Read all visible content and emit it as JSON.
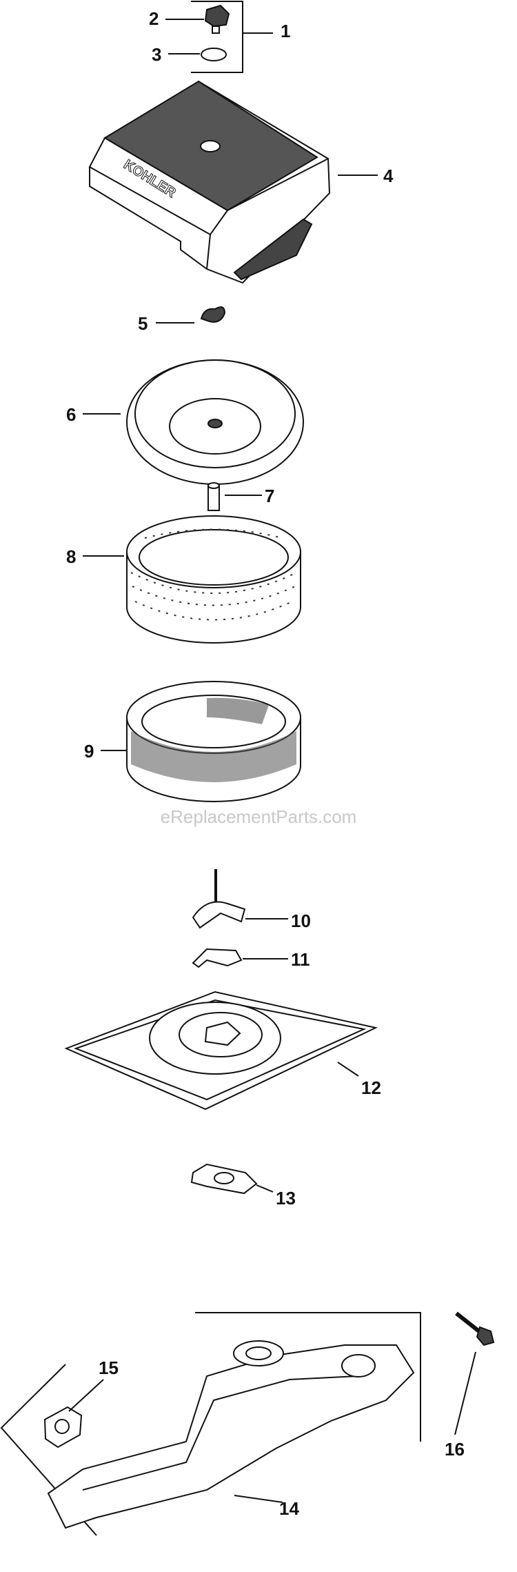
{
  "diagram": {
    "watermark": "eReplacementParts.com",
    "logo_text": "KOHLER",
    "callouts": [
      {
        "number": "1"
      },
      {
        "number": "2"
      },
      {
        "number": "3"
      },
      {
        "number": "4"
      },
      {
        "number": "5"
      },
      {
        "number": "6"
      },
      {
        "number": "7"
      },
      {
        "number": "8"
      },
      {
        "number": "9"
      },
      {
        "number": "10"
      },
      {
        "number": "11"
      },
      {
        "number": "12"
      },
      {
        "number": "13"
      },
      {
        "number": "14"
      },
      {
        "number": "15"
      },
      {
        "number": "16"
      }
    ]
  }
}
